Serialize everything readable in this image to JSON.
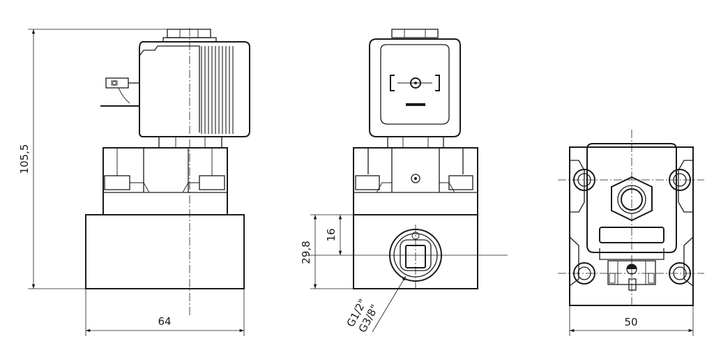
{
  "dimensions": {
    "height_total": "105,5",
    "width_side": "64",
    "width_bottom": "50",
    "port_height": "29,8",
    "port_offset": "16",
    "thread_1": "G1/2\"",
    "thread_2": "G3/8\""
  },
  "colors": {
    "line": "#1a1a1a",
    "background": "#ffffff"
  }
}
